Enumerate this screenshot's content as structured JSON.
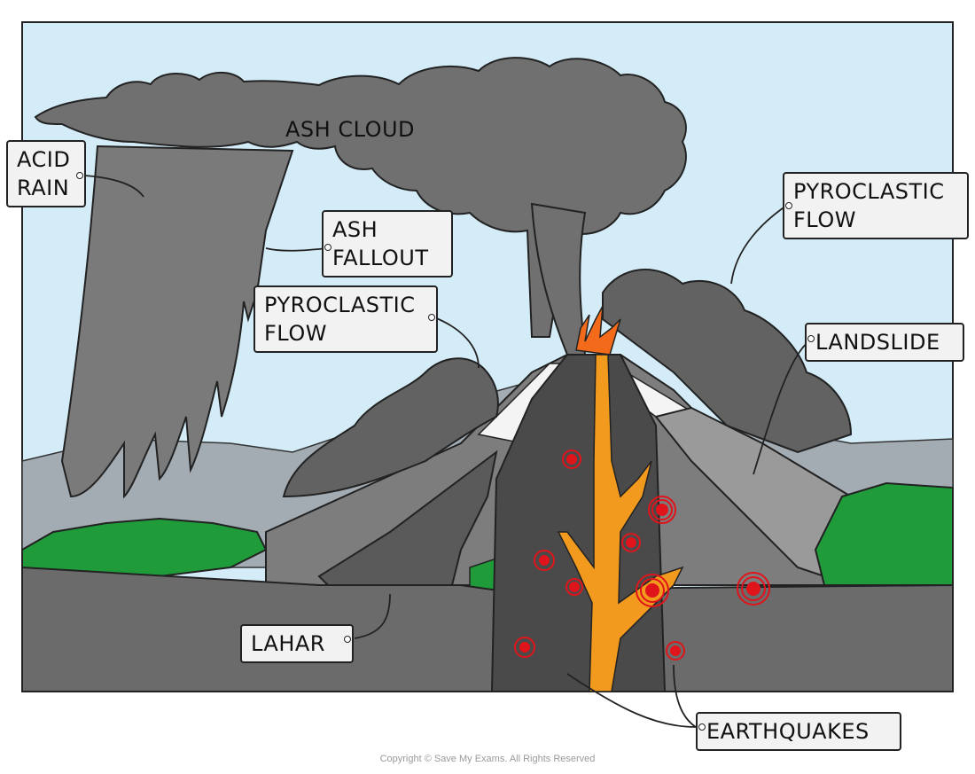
{
  "labels": {
    "ash_cloud": "ASH CLOUD",
    "acid_rain": [
      "ACID",
      "RAIN"
    ],
    "ash_fallout": [
      "ASH",
      "FALLOUT"
    ],
    "pyroclastic_flow_left": [
      "PYROCLASTIC",
      "FLOW"
    ],
    "pyroclastic_flow_right": [
      "PYROCLASTIC",
      "FLOW"
    ],
    "landslide": "LANDSLIDE",
    "lahar": "LAHAR",
    "earthquakes": "EARTHQUAKES"
  },
  "copyright": "Copyright © Save My Exams. All Rights Reserved",
  "colors": {
    "sky": "#d4ecf7",
    "ash": "#6f6f6f",
    "ash_dark": "#595959",
    "ground": "#6b6b6b",
    "vegetation": "#1f9b3a",
    "lava": "#f29a1e",
    "magma_chamber": "#4a4a4a",
    "quake": "#e0141b"
  }
}
